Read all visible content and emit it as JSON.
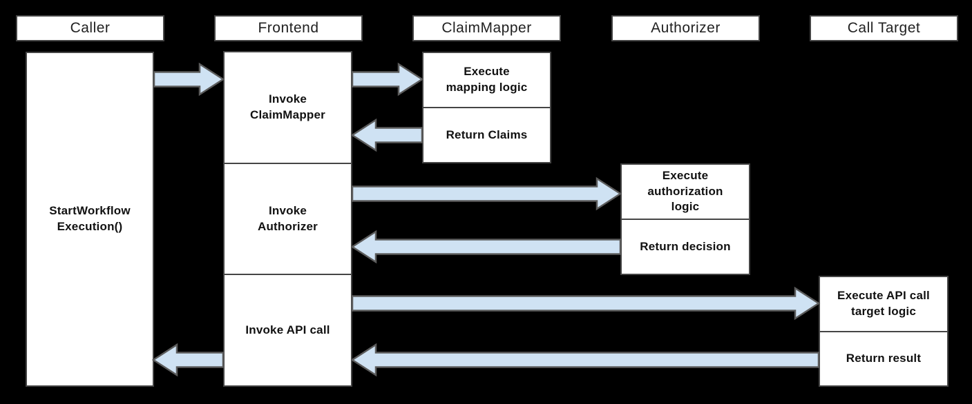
{
  "diagram": {
    "type": "sequence-diagram",
    "colors": {
      "background": "#000000",
      "box_fill": "#ffffff",
      "box_border": "#454545",
      "arrow_fill": "#cfe2f3",
      "arrow_stroke": "#5c5c5c",
      "header_text": "#212121",
      "step_text": "#111111"
    },
    "lanes": [
      {
        "header": "Caller",
        "steps": [
          "StartWorkflow\nExecution()"
        ]
      },
      {
        "header": "Frontend",
        "steps": [
          "Invoke\nClaimMapper",
          "Invoke\nAuthorizer",
          "Invoke API call"
        ]
      },
      {
        "header": "ClaimMapper",
        "steps": [
          "Execute\nmapping logic",
          "Return Claims"
        ]
      },
      {
        "header": "Authorizer",
        "steps": [
          "Execute\nauthorization\nlogic",
          "Return decision"
        ]
      },
      {
        "header": "Call Target",
        "steps": [
          "Execute API call\ntarget logic",
          "Return result"
        ]
      }
    ],
    "arrows": [
      {
        "from": "Caller",
        "to": "Frontend",
        "direction": "right"
      },
      {
        "from": "Frontend",
        "to": "ClaimMapper",
        "direction": "right"
      },
      {
        "from": "ClaimMapper",
        "to": "Frontend",
        "direction": "left"
      },
      {
        "from": "Frontend",
        "to": "Authorizer",
        "direction": "right"
      },
      {
        "from": "Authorizer",
        "to": "Frontend",
        "direction": "left"
      },
      {
        "from": "Frontend",
        "to": "Call Target",
        "direction": "right"
      },
      {
        "from": "Call Target",
        "to": "Frontend",
        "direction": "left"
      },
      {
        "from": "Frontend",
        "to": "Caller",
        "direction": "left"
      }
    ]
  }
}
